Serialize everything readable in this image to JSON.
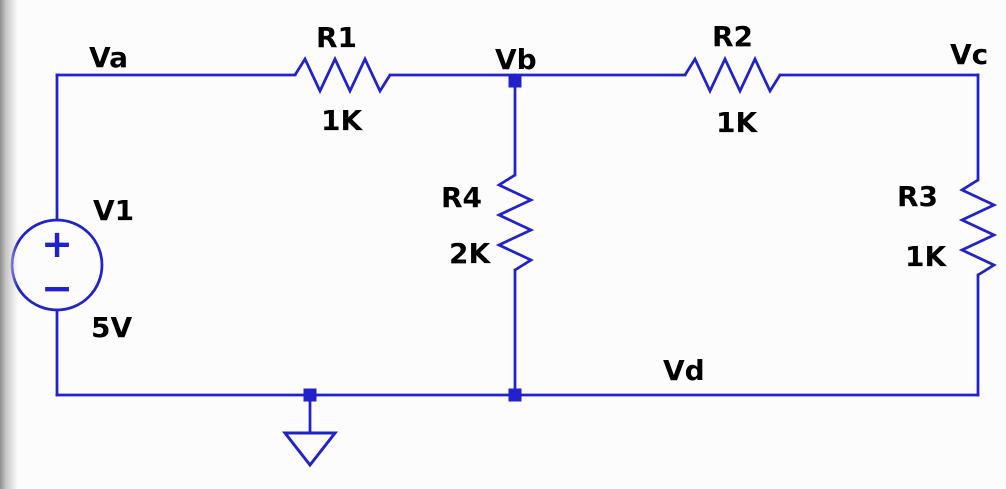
{
  "colors": {
    "wire": "#2222cc",
    "node": "#2222cc",
    "text": "#000000",
    "background": "#fcfcfc"
  },
  "components": {
    "v1": {
      "type": "voltage-source",
      "name": "V1",
      "value": "5V",
      "plus": "+",
      "minus": "−"
    },
    "r1": {
      "type": "resistor",
      "name": "R1",
      "value": "1K"
    },
    "r2": {
      "type": "resistor",
      "name": "R2",
      "value": "1K"
    },
    "r3": {
      "type": "resistor",
      "name": "R3",
      "value": "1K"
    },
    "r4": {
      "type": "resistor",
      "name": "R4",
      "value": "2K"
    }
  },
  "nets": {
    "va": "Va",
    "vb": "Vb",
    "vc": "Vc",
    "vd": "Vd"
  }
}
